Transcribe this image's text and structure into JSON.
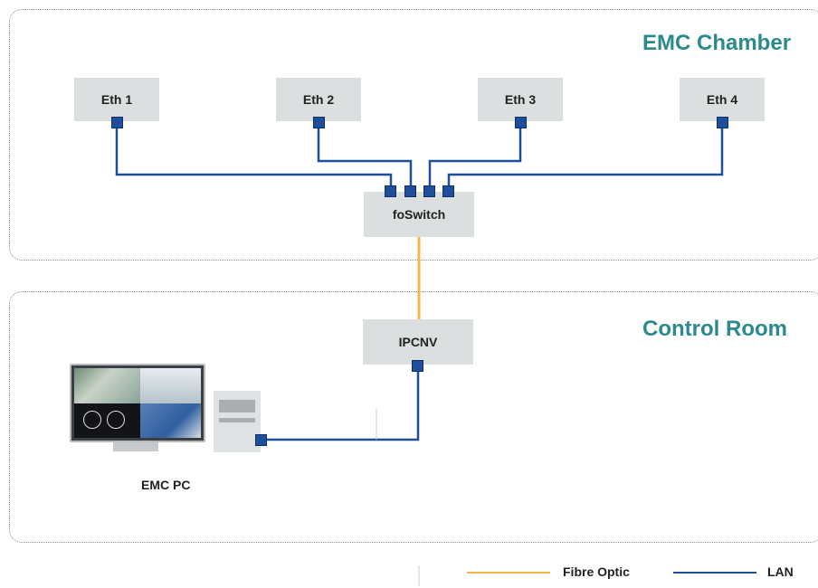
{
  "zones": {
    "chamber_title": "EMC Chamber",
    "room_title": "Control Room"
  },
  "devices": {
    "eth1": "Eth 1",
    "eth2": "Eth 2",
    "eth3": "Eth 3",
    "eth4": "Eth 4",
    "switch": "foSwitch",
    "converter": "IPCNV",
    "pc": "EMC PC"
  },
  "legend": {
    "fibre": "Fibre Optic",
    "lan": "LAN"
  },
  "colors": {
    "fibre": "#f5b642",
    "lan": "#1f4f9a",
    "accent": "#2b8a8c"
  }
}
